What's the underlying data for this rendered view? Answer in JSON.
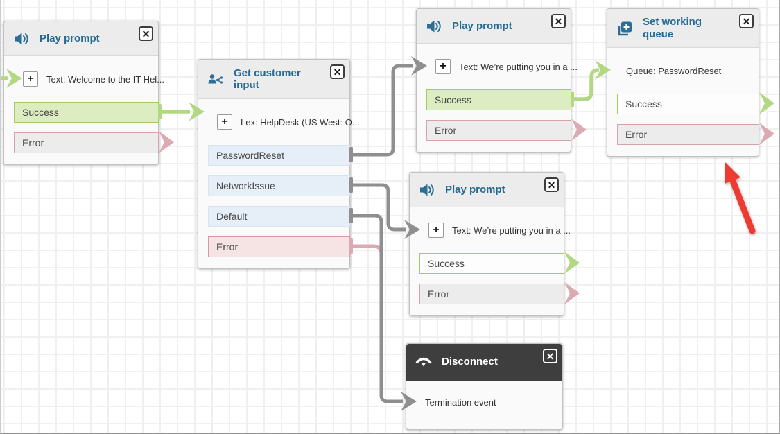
{
  "app": {
    "name": "Contact flow editor canvas"
  },
  "ui": {
    "close_glyph": "✕",
    "add_glyph": "+"
  },
  "palette": {
    "header_title_blue": "#266b93",
    "icon_blue": "#2d6e96",
    "success_green_border": "#a6c968",
    "success_green_fill": "#dcedc1",
    "green_connector": "#b2d883",
    "error_pink_border": "#d5a3aa",
    "error_pink_fill": "#f6e3e3",
    "pink_connector": "#dcaab2",
    "branch_blue_fill": "#e6eef7",
    "gray_connector": "#8f8f8f",
    "block_header_bg": "#ececec",
    "block_body_bg": "#fafafa",
    "disconnect_header_bg": "#3e3e3e",
    "annotation_red": "#ee3b31",
    "grid_line": "#f0f0f0"
  },
  "blocks": [
    {
      "type": "play-prompt",
      "title": "Play prompt",
      "icon": "speaker-icon",
      "param": "Text: Welcome to the IT Hel...",
      "outputs": [
        {
          "label": "Success",
          "kind": "success",
          "connected": true
        },
        {
          "label": "Error",
          "kind": "error",
          "connected": false
        }
      ]
    },
    {
      "type": "get-customer-input",
      "title": "Get customer input",
      "icon": "customer-input-icon",
      "param": "Lex: HelpDesk (US West: O...",
      "outputs": [
        {
          "label": "PasswordReset",
          "kind": "branch",
          "connected": true
        },
        {
          "label": "NetworkIssue",
          "kind": "branch",
          "connected": true
        },
        {
          "label": "Default",
          "kind": "branch",
          "connected": true
        },
        {
          "label": "Error",
          "kind": "error",
          "connected": true
        }
      ]
    },
    {
      "type": "play-prompt",
      "title": "Play prompt",
      "icon": "speaker-icon",
      "param": "Text: We’re putting you in a ...",
      "outputs": [
        {
          "label": "Success",
          "kind": "success",
          "connected": true
        },
        {
          "label": "Error",
          "kind": "error",
          "connected": false
        }
      ]
    },
    {
      "type": "set-working-queue",
      "title": "Set working queue",
      "icon": "queue-icon",
      "param": "Queue: PasswordReset",
      "outputs": [
        {
          "label": "Success",
          "kind": "success",
          "connected": false
        },
        {
          "label": "Error",
          "kind": "error",
          "connected": false
        }
      ]
    },
    {
      "type": "play-prompt",
      "title": "Play prompt",
      "icon": "speaker-icon",
      "param": "Text: We’re putting you in a ...",
      "outputs": [
        {
          "label": "Success",
          "kind": "success",
          "connected": false
        },
        {
          "label": "Error",
          "kind": "error",
          "connected": false
        }
      ]
    },
    {
      "type": "disconnect",
      "title": "Disconnect",
      "icon": "disconnect-icon",
      "param": "Termination event",
      "outputs": []
    }
  ],
  "connections": [
    {
      "from": "entry (off-screen)",
      "to": "play-prompt-1",
      "color": "green"
    },
    {
      "from": "play-prompt-1.Success",
      "to": "get-customer-input",
      "color": "green"
    },
    {
      "from": "get-customer-input.PasswordReset",
      "to": "play-prompt-2",
      "color": "gray"
    },
    {
      "from": "get-customer-input.NetworkIssue",
      "to": "play-prompt-3",
      "color": "gray"
    },
    {
      "from": "get-customer-input.Default",
      "to": "disconnect",
      "color": "gray"
    },
    {
      "from": "get-customer-input.Error",
      "to": "disconnect (hidden behind Default wire)",
      "color": "pink"
    },
    {
      "from": "play-prompt-2.Success",
      "to": "set-working-queue",
      "color": "green"
    }
  ],
  "annotation": {
    "shape": "red-arrow",
    "points_at": "set-working-queue block",
    "direction": "up-left"
  }
}
